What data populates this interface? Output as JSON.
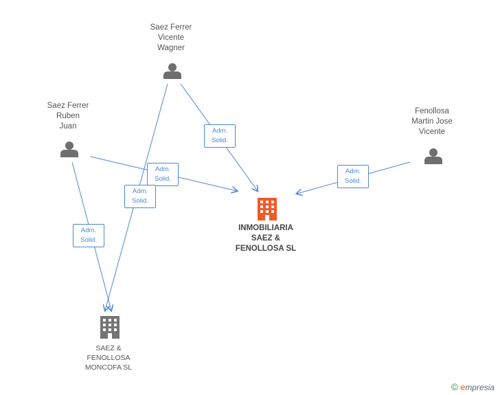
{
  "people": [
    {
      "id": "vicente",
      "name_lines": [
        "Saez Ferrer",
        "Vicente",
        "Wagner"
      ]
    },
    {
      "id": "ruben",
      "name_lines": [
        "Saez Ferrer",
        "Ruben",
        "Juan"
      ]
    },
    {
      "id": "fenollosa",
      "name_lines": [
        "Fenollosa",
        "Martin Jose",
        "Vicente"
      ]
    }
  ],
  "companies": [
    {
      "id": "inmobiliaria",
      "name_lines": [
        "INMOBILIARIA",
        "SAEZ &",
        "FENOLLOSA SL"
      ],
      "color": "#f05a28"
    },
    {
      "id": "moncofa",
      "name_lines": [
        "SAEZ &",
        "FENOLLOSA",
        "MONCOFA SL"
      ],
      "color": "#757575"
    }
  ],
  "relation_label": {
    "line1": "Adm.",
    "line2": "Solid."
  },
  "colors": {
    "edge": "#4a87d6",
    "person": "#6f6f6f"
  },
  "watermark": {
    "copyright": "©",
    "brand_first": "e",
    "brand_rest": "mpresia"
  }
}
